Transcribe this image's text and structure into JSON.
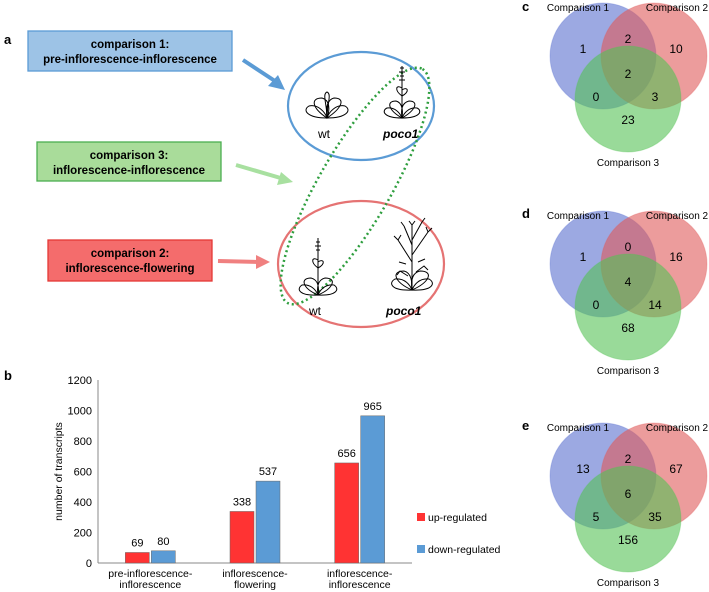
{
  "panels": {
    "a": "a",
    "b": "b",
    "c": "c",
    "d": "d",
    "e": "e"
  },
  "comparisons": [
    {
      "line1": "comparison 1:",
      "line2": "pre-inflorescence-inflorescence",
      "fill": "#9dc3e6",
      "stroke": "#5b9bd5",
      "arrow": "#5b9bd5"
    },
    {
      "line1": "comparison 3:",
      "line2": "inflorescence-inflorescence",
      "fill": "#a9dc9a",
      "stroke": "#4caf50",
      "arrow": "#a8e0a0"
    },
    {
      "line1": "comparison 2:",
      "line2": "inflorescence-flowering",
      "fill": "#f46c6c",
      "stroke": "#e53935",
      "arrow": "#f08080"
    }
  ],
  "plants": {
    "wt_top": "wt",
    "poco_top": "poco1",
    "wt_bottom": "wt",
    "poco_bottom": "poco1"
  },
  "chart_data": {
    "type": "bar",
    "ylabel": "number of transcripts",
    "ylim": [
      0,
      1200
    ],
    "yticks": [
      0,
      200,
      400,
      600,
      800,
      1000,
      1200
    ],
    "categories": [
      [
        "pre-inflorescence-",
        "inflorescence"
      ],
      [
        "inflorescence-",
        "flowering"
      ],
      [
        "inflorescence-",
        "inflorescence"
      ]
    ],
    "series": [
      {
        "name": "up-regulated",
        "values": [
          69,
          338,
          656
        ],
        "color": "#ff3333"
      },
      {
        "name": "down-regulated",
        "values": [
          80,
          537,
          965
        ],
        "color": "#5b9bd5"
      }
    ]
  },
  "venns": [
    {
      "panel": "c",
      "labels": [
        "Comparison 1",
        "Comparison 2",
        "Comparison 3"
      ],
      "values": {
        "only1": 1,
        "only2": 10,
        "only3": 23,
        "c12": 2,
        "c13": 0,
        "c23": 3,
        "c123": 2
      }
    },
    {
      "panel": "d",
      "labels": [
        "Comparison 1",
        "Comparison 2",
        "Comparison 3"
      ],
      "values": {
        "only1": 1,
        "only2": 16,
        "only3": 68,
        "c12": 0,
        "c13": 0,
        "c23": 14,
        "c123": 4
      }
    },
    {
      "panel": "e",
      "labels": [
        "Comparison 1",
        "Comparison 2",
        "Comparison 3"
      ],
      "values": {
        "only1": 13,
        "only2": 67,
        "only3": 156,
        "c12": 2,
        "c13": 5,
        "c23": 35,
        "c123": 6
      }
    }
  ],
  "colors": {
    "venn1": "#5a6fcf",
    "venn2": "#e05a5a",
    "venn3": "#55c255",
    "ellipse_blue": "#5b9bd5",
    "ellipse_red": "#e57373",
    "ellipse_green": "#2e9e3e"
  }
}
